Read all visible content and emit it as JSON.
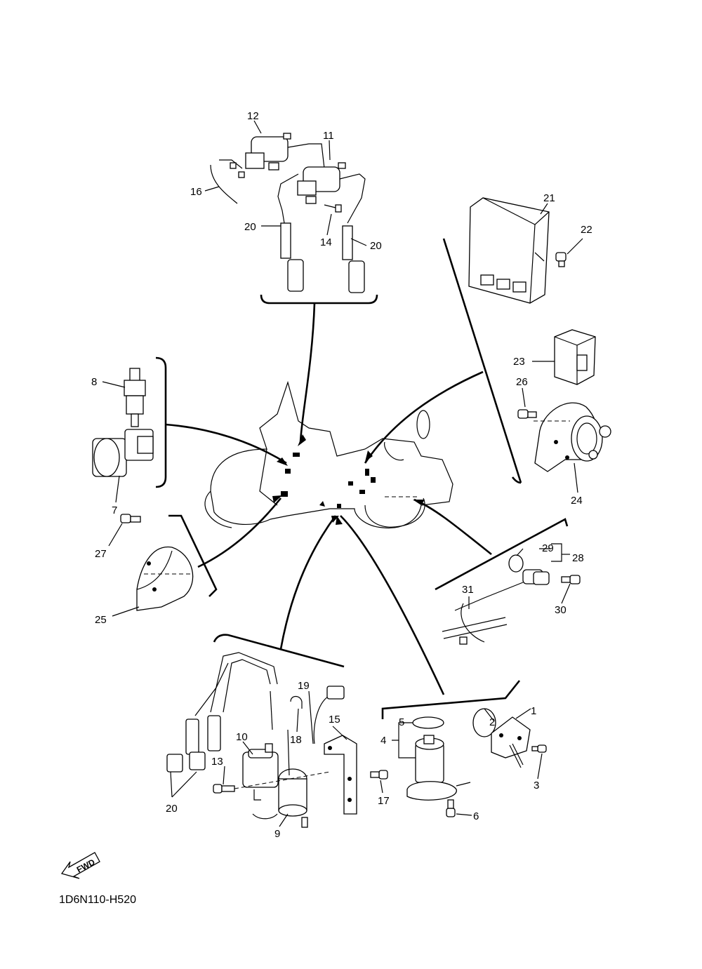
{
  "callouts": {
    "c1": "1",
    "c2": "2",
    "c3": "3",
    "c4": "4",
    "c5": "5",
    "c6": "6",
    "c7": "7",
    "c8": "8",
    "c9": "9",
    "c10": "10",
    "c11": "11",
    "c12": "12",
    "c13": "13",
    "c14": "14",
    "c15": "15",
    "c16": "16",
    "c17": "17",
    "c18": "18",
    "c19": "19",
    "c20": "20",
    "c21": "21",
    "c22": "22",
    "c23": "23",
    "c24": "24",
    "c25": "25",
    "c26": "26",
    "c27": "27",
    "c28": "28",
    "c29": "29",
    "c30": "30",
    "c31": "31"
  },
  "forward_badge": "FWD",
  "diagram_code": "1D6N110-H520"
}
